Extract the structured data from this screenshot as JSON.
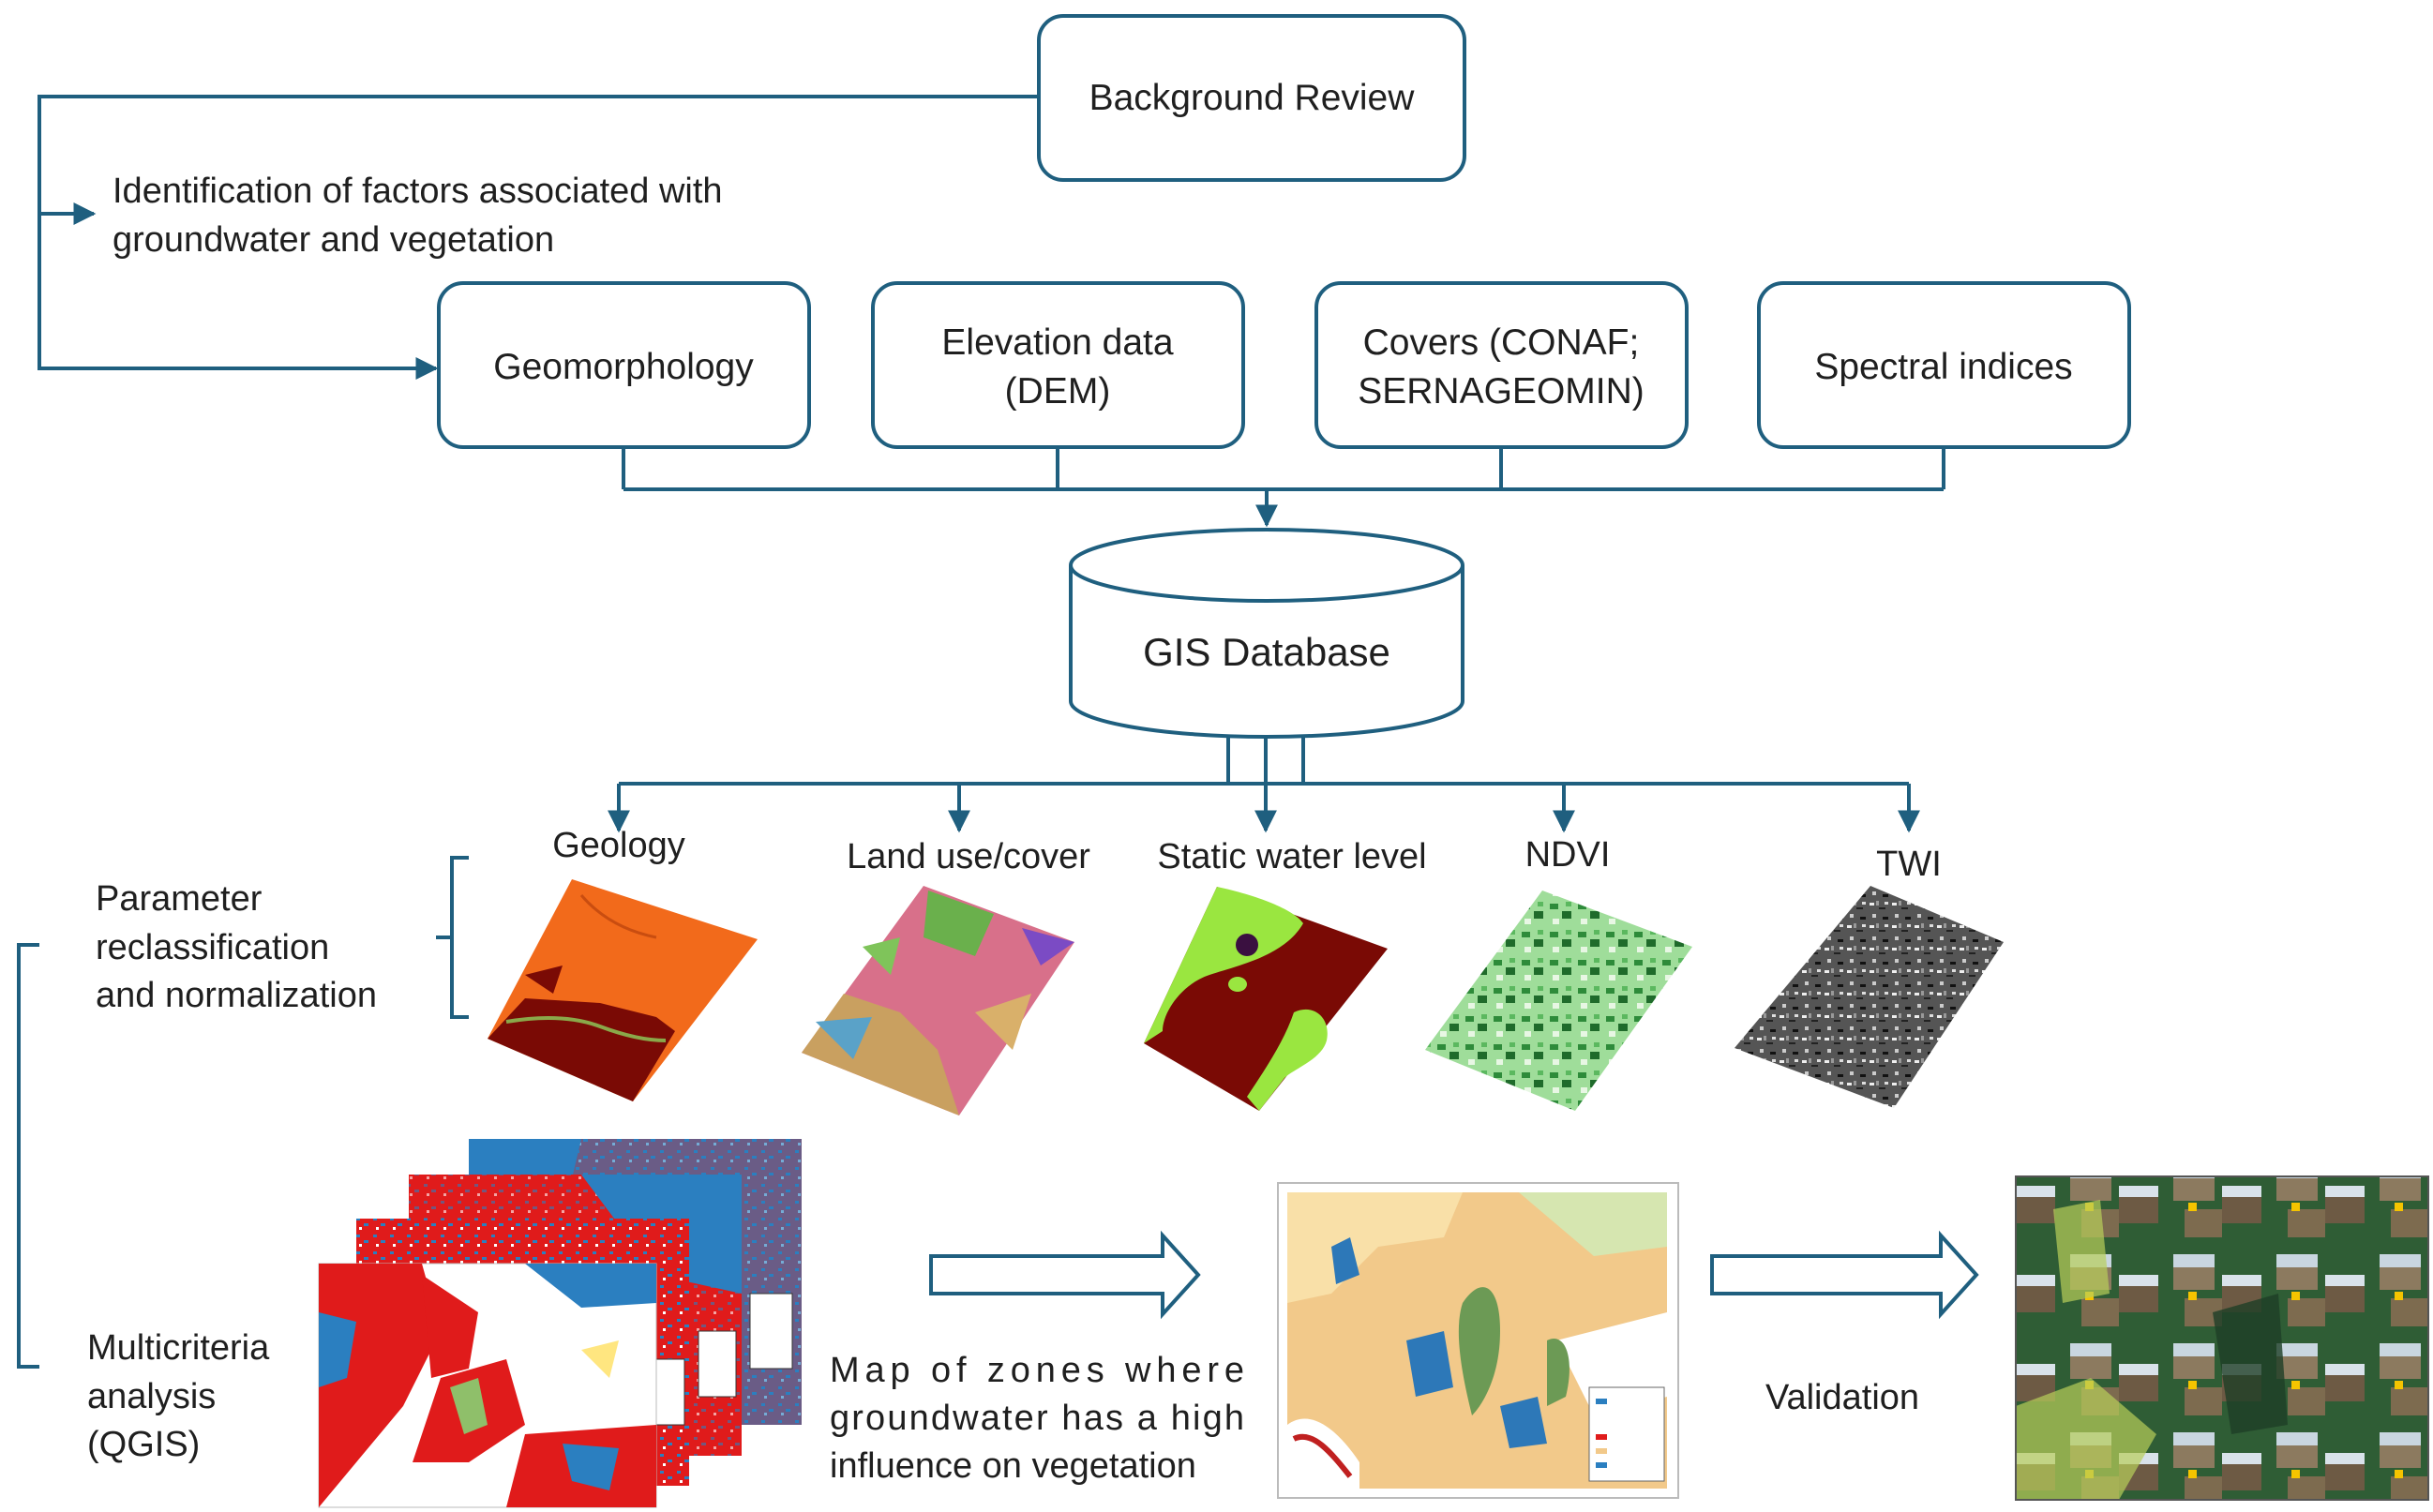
{
  "colors": {
    "flow": "#1f5f7f",
    "box_stroke": "#1f5f7f",
    "orange": "#f26a1b",
    "dark_red": "#7a0a05",
    "lime": "#9ae640",
    "pink": "#d8708a",
    "green": "#2d8a3a",
    "red": "#e01b1b",
    "blue": "#2b7fc0"
  },
  "review": {
    "label": "Background Review"
  },
  "factors": {
    "line1": "Identification of factors associated with",
    "line2": "groundwater and vegetation"
  },
  "inputs": [
    {
      "line1": "Geomorphology",
      "line2": ""
    },
    {
      "line1": "Elevation data",
      "line2": "(DEM)"
    },
    {
      "line1": "Covers (CONAF;",
      "line2": "SERNAGEOMIN)"
    },
    {
      "line1": "Spectral indices",
      "line2": ""
    }
  ],
  "database": {
    "label": "GIS Database"
  },
  "layers": [
    "Geology",
    "Land use/cover",
    "Static water level",
    "NDVI",
    "TWI"
  ],
  "param": {
    "line1": "Parameter",
    "line2": "reclassification",
    "line3": "and normalization"
  },
  "mca": {
    "line1": "Multicriteria",
    "line2": "analysis",
    "line3": "(QGIS)"
  },
  "result_map": {
    "line1": "Map of zones where",
    "line2": "groundwater has a high",
    "line3": "influence on vegetation"
  },
  "validation": {
    "label": "Validation"
  }
}
